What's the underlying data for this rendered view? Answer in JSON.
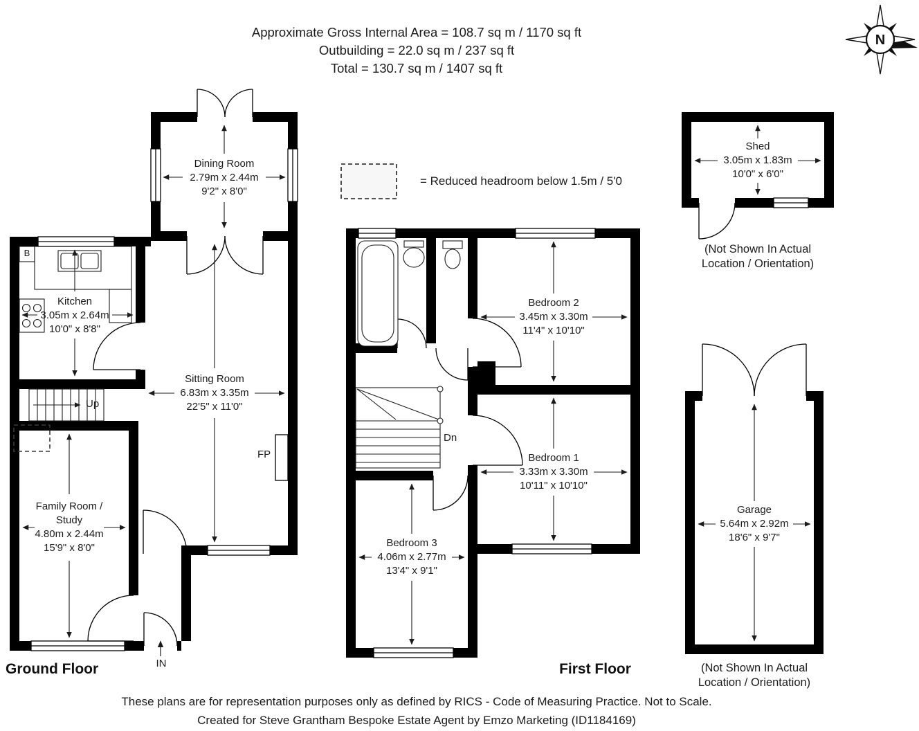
{
  "header": {
    "line1": "Approximate Gross Internal Area = 108.7 sq m / 1170 sq ft",
    "line2": "Outbuilding = 22.0 sq m / 237 sq ft",
    "line3": "Total = 130.7 sq m / 1407 sq ft"
  },
  "compass": {
    "label": "N"
  },
  "legend": {
    "text": "= Reduced headroom below 1.5m / 5'0"
  },
  "ground_floor": {
    "title": "Ground Floor",
    "rooms": {
      "dining": {
        "name": "Dining Room",
        "metric": "2.79m x 2.44m",
        "imperial": "9'2\" x 8'0\""
      },
      "kitchen": {
        "name": "Kitchen",
        "metric": "3.05m x 2.64m",
        "imperial": "10'0\" x 8'8\""
      },
      "sitting": {
        "name": "Sitting Room",
        "metric": "6.83m x 3.35m",
        "imperial": "22'5\" x 11'0\""
      },
      "family": {
        "name_line1": "Family Room /",
        "name_line2": "Study",
        "metric": "4.80m x 2.44m",
        "imperial": "15'9\" x 8'0\""
      }
    },
    "labels": {
      "up": "Up",
      "fp": "FP",
      "in": "IN",
      "boiler": "B"
    }
  },
  "first_floor": {
    "title": "First Floor",
    "rooms": {
      "bedroom2": {
        "name": "Bedroom 2",
        "metric": "3.45m x 3.30m",
        "imperial": "11'4\" x 10'10\""
      },
      "bedroom1": {
        "name": "Bedroom 1",
        "metric": "3.33m x 3.30m",
        "imperial": "10'11\" x 10'10\""
      },
      "bedroom3": {
        "name": "Bedroom 3",
        "metric": "4.06m x 2.77m",
        "imperial": "13'4\" x 9'1\""
      }
    },
    "labels": {
      "dn": "Dn"
    }
  },
  "outbuildings": {
    "shed": {
      "name": "Shed",
      "metric": "3.05m x 1.83m",
      "imperial": "10'0\" x 6'0\"",
      "note_line1": "(Not Shown In Actual",
      "note_line2": "Location / Orientation)"
    },
    "garage": {
      "name": "Garage",
      "metric": "5.64m x 2.92m",
      "imperial": "18'6\" x 9'7\"",
      "note_line1": "(Not Shown In Actual",
      "note_line2": "Location / Orientation)"
    }
  },
  "footer": {
    "line1": "These plans are for representation purposes only as defined by RICS - Code of Measuring Practice. Not to Scale.",
    "line2": "Created for Steve Grantham Bespoke Estate Agent by Emzo Marketing (ID1184169)"
  }
}
